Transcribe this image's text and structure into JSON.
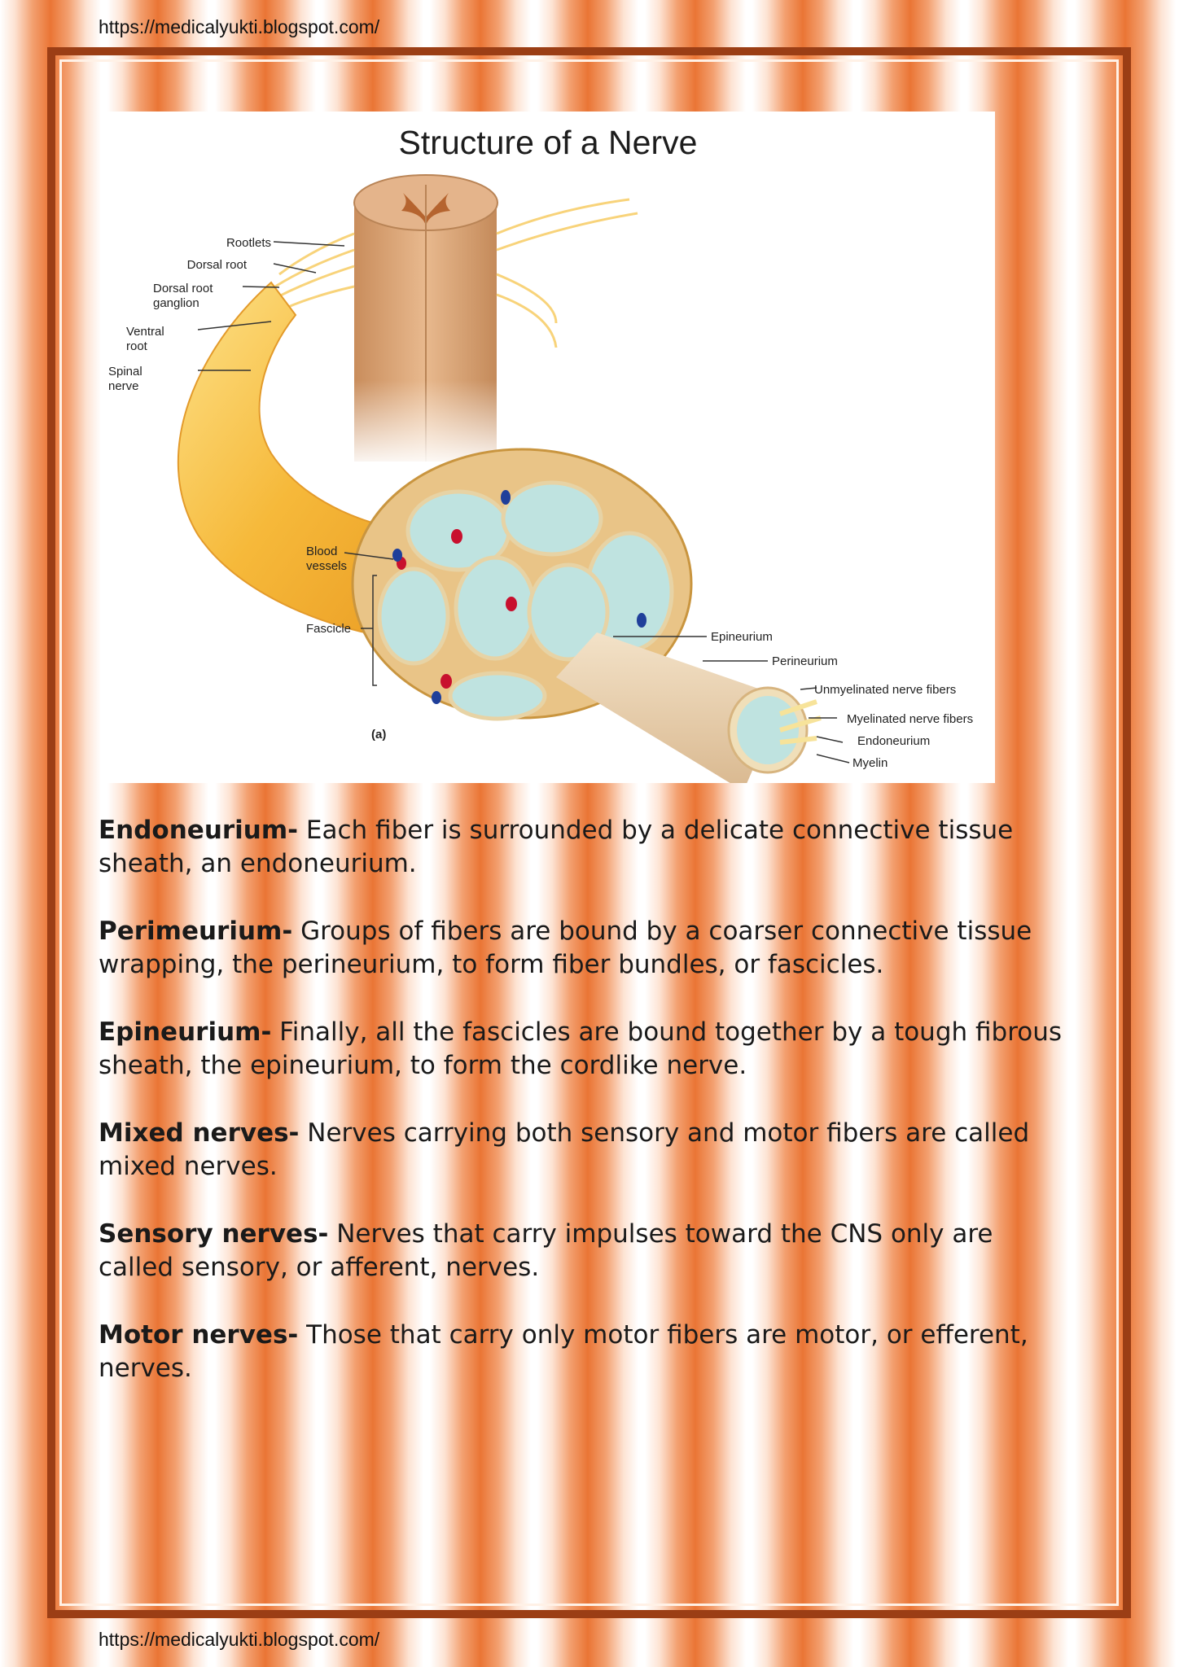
{
  "header_url": "https://medicalyukti.blogspot.com/",
  "footer_url": "https://medicalyukti.blogspot.com/",
  "figure": {
    "title": "Structure of a Nerve",
    "labels": {
      "rootlets": "Rootlets",
      "dorsal_root": "Dorsal root",
      "drg_1": "Dorsal root",
      "drg_2": "ganglion",
      "ventral_1": "Ventral",
      "ventral_2": "root",
      "spinal_1": "Spinal",
      "spinal_2": "nerve",
      "blood_1": "Blood",
      "blood_2": "vessels",
      "fascicle": "Fascicle",
      "epineurium": "Epineurium",
      "perineurium": "Perineurium",
      "unmyelinated": "Unmyelinated nerve fibers",
      "myelinated": "Myelinated nerve fibers",
      "endoneurium": "Endoneurium",
      "myelin": "Myelin",
      "panel": "(a)"
    },
    "colors": {
      "nerve": "#f5b73c",
      "cord": "#d9a679",
      "fascicle": "#bfe3e0",
      "artery": "#c8102e",
      "vein": "#1f3f9a"
    }
  },
  "paragraphs": [
    {
      "term": "Endoneurium-",
      "text": " Each fiber is surrounded by a delicate connective tissue sheath, an endoneurium."
    },
    {
      "term": "Perimeurium-",
      "text": " Groups of fibers are bound by a coarser connective tissue wrapping, the perineurium, to form fiber bundles, or fascicles."
    },
    {
      "term": "Epineurium-",
      "text": " Finally, all the fascicles are bound together by a tough fibrous sheath, the epineurium, to form the cordlike nerve."
    },
    {
      "term": "Mixed nerves-",
      "text": " Nerves carrying both sensory and motor fibers are called mixed nerves."
    },
    {
      "term": "Sensory nerves-",
      "text": " Nerves that carry impulses toward the CNS only are called sensory, or afferent, nerves."
    },
    {
      "term": "Motor nerves-",
      "text": " Those that carry only motor fibers are motor, or efferent, nerves."
    }
  ]
}
